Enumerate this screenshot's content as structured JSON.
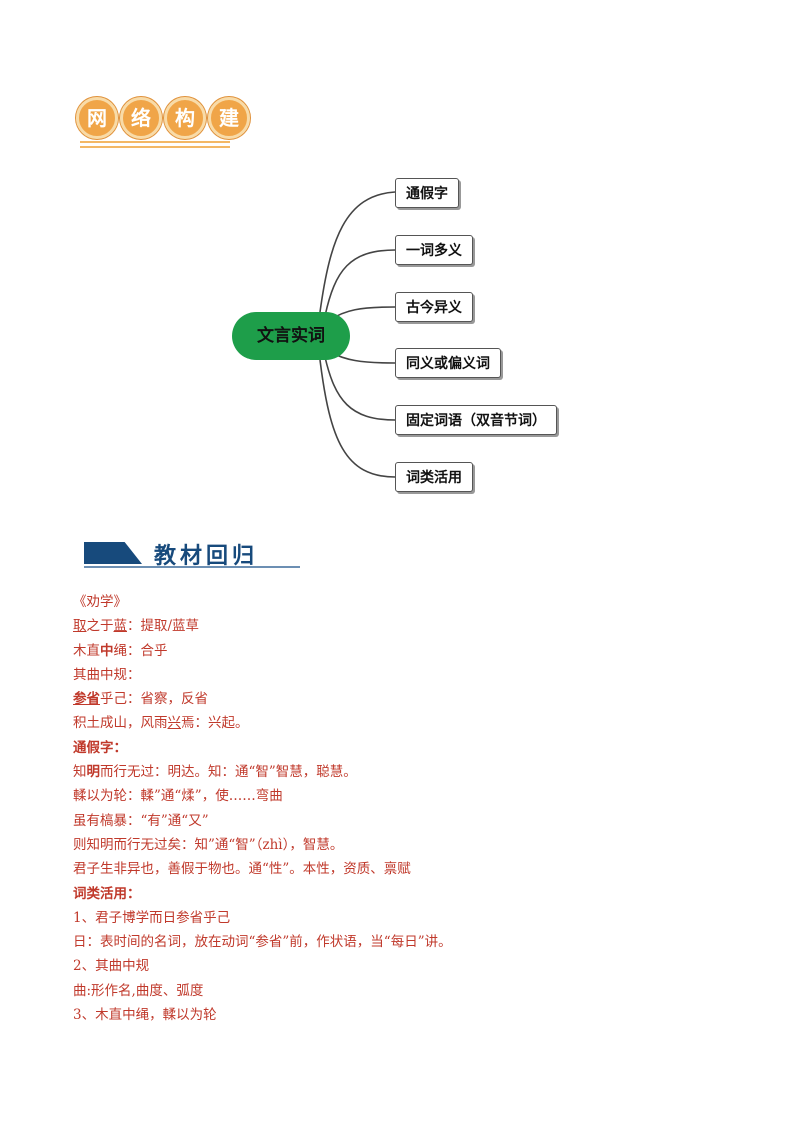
{
  "banner": {
    "chars": [
      "网",
      "络",
      "构",
      "建"
    ]
  },
  "mindmap": {
    "center": "文言实词",
    "branches": [
      "通假字",
      "一词多义",
      "古今异义",
      "同义或偏义词",
      "固定词语（双音节词）",
      "词类活用"
    ]
  },
  "section": {
    "title": "教材回归"
  },
  "content": {
    "book_title": "《劝学》",
    "l1": {
      "a": "取",
      "b": "之于",
      "c": "蓝",
      "d": "：提取/蓝草"
    },
    "l2": {
      "a": "木直",
      "b": "中",
      "c": "绳：合乎"
    },
    "l3": "其曲中规：",
    "l4": {
      "a": "参省",
      "b": "乎己：省察，反省"
    },
    "l5": {
      "a": "积土成山，风雨",
      "b": "兴",
      "c": "焉：兴起。"
    },
    "tongjia_label": "通假字：",
    "l6": {
      "a": "知",
      "b": "明",
      "c": "而行无过：明达。知：通“智”智慧，聪慧。"
    },
    "l7": "輮以为轮：輮”通“煣”，使……弯曲",
    "l8": "虽有槁暴：“有”通“又”",
    "l9": "则知明而行无过矣：知”通“智”（zhì），智慧。",
    "l10": "君子生非异也，善假于物也。通“性”。本性，资质、禀赋",
    "cilei_label": "词类活用：",
    "l11": "1、君子博学而日参省乎己",
    "l12": "日：表时间的名词，放在动词“参省”前，作状语，当“每日”讲。",
    "l13": "2、其曲中规",
    "l14": "曲:形作名,曲度、弧度",
    "l15": "3、木直中绳，輮以为轮"
  }
}
